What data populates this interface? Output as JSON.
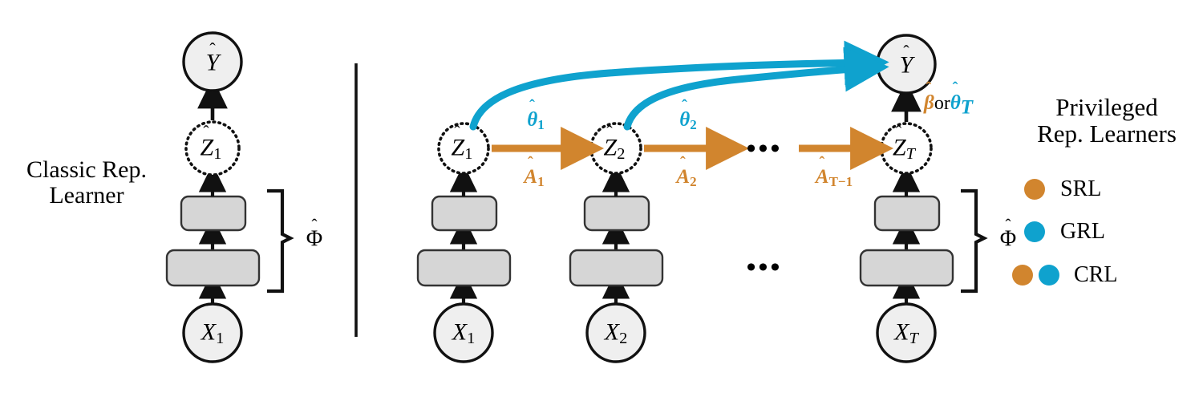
{
  "figure": {
    "title": "Classic vs Privileged Representation Learners diagram",
    "colors": {
      "orange": "#D1852E",
      "blue": "#0FA2CE",
      "node_fill": "#EFEFEF",
      "box_fill": "#D6D6D6",
      "stroke": "#1A1A1A"
    }
  },
  "left_panel": {
    "caption_line1": "Classic Rep.",
    "caption_line2": "Learner",
    "output_node": "Y",
    "latent_node": "Z",
    "latent_node_sub": "1",
    "input_node": "X",
    "input_node_sub": "1",
    "brace_label": "Φ"
  },
  "right_panel": {
    "output_node": "Y",
    "head_label_prefix": "β",
    "head_label_mid": "or",
    "head_label_suffix": "θ",
    "head_label_suffix_sub": "T",
    "brace_label": "Φ",
    "ellipsis": "•••",
    "columns": [
      {
        "latent": "Z",
        "latent_sub": "1",
        "input": "X",
        "input_sub": "1"
      },
      {
        "latent": "Z",
        "latent_sub": "2",
        "input": "X",
        "input_sub": "2"
      },
      {
        "latent": "Z",
        "latent_sub": "T",
        "input": "X",
        "input_sub": "T"
      }
    ],
    "transitions": [
      {
        "theta": "θ",
        "theta_sub": "1",
        "amat": "A",
        "amat_sub": "1"
      },
      {
        "theta": "θ",
        "theta_sub": "2",
        "amat": "A",
        "amat_sub": "2"
      },
      {
        "amat": "A",
        "amat_sub": "T−1"
      }
    ]
  },
  "legend": {
    "title_line1": "Privileged",
    "title_line2": "Rep. Learners",
    "items": [
      {
        "label": "SRL",
        "dots": [
          "orange"
        ]
      },
      {
        "label": "GRL",
        "dots": [
          "blue"
        ]
      },
      {
        "label": "CRL",
        "dots": [
          "orange",
          "blue"
        ]
      }
    ]
  }
}
